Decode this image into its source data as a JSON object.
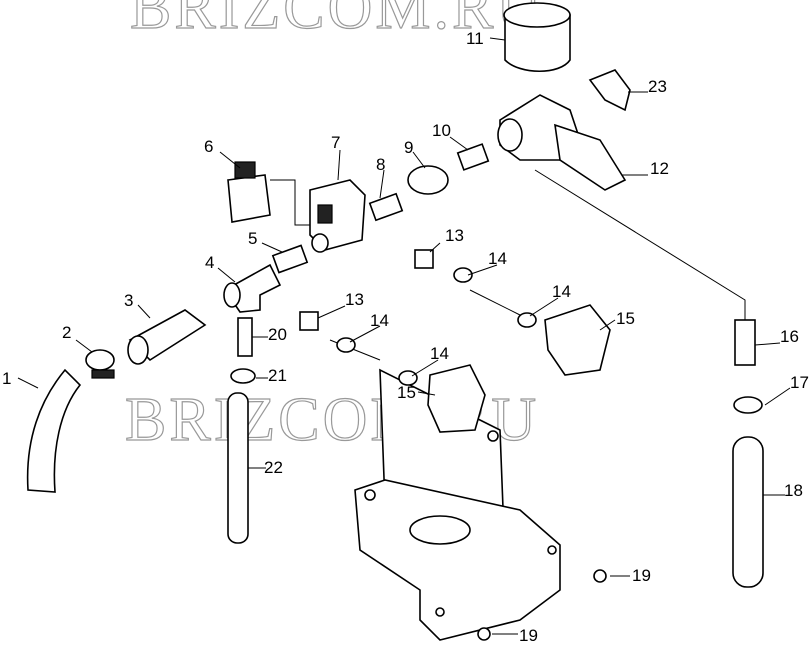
{
  "watermark": {
    "top": "BRIZCOM.RU",
    "middle": "BRIZCOM.RU"
  },
  "callouts": [
    "1",
    "2",
    "3",
    "4",
    "5",
    "6",
    "7",
    "8",
    "9",
    "10",
    "11",
    "12",
    "13",
    "13",
    "14",
    "14",
    "14",
    "14",
    "15",
    "15",
    "16",
    "17",
    "18",
    "19",
    "19",
    "20",
    "21",
    "22",
    "23"
  ]
}
